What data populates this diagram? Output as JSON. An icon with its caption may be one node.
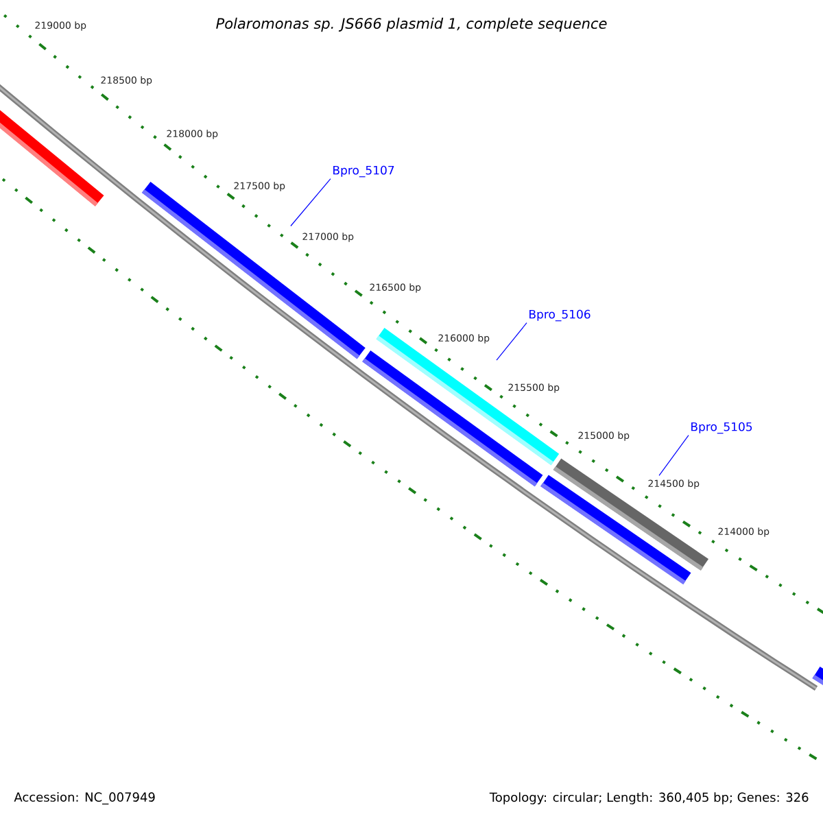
{
  "diagram": {
    "title": "Polaromonas sp. JS666 plasmid 1, complete sequence",
    "nodes": [
      {
        "text": [],
        "shape": "bar"
      },
      {
        "text": [],
        "shape": "bar"
      },
      {
        "text": [
          "Bpro_5107"
        ]
      },
      {
        "text": [],
        "shape": "bar"
      },
      {
        "text": [],
        "shape": "bar"
      },
      {
        "text": [
          "Bpro_5106"
        ]
      },
      {
        "text": [],
        "shape": "bar"
      },
      {
        "text": [],
        "shape": "bar"
      },
      {
        "text": [
          "Bpro_5105"
        ]
      },
      {
        "text": [],
        "shape": "bar"
      }
    ],
    "edges": [
      {
        "from": 2,
        "to": 1,
        "arrow": "none"
      },
      {
        "from": 5,
        "to": 3,
        "arrow": "none"
      },
      {
        "from": 8,
        "to": 6,
        "arrow": "none"
      }
    ],
    "labels": [
      "219000 bp",
      "218500 bp",
      "218000 bp",
      "217500 bp",
      "217000 bp",
      "216500 bp",
      "216000 bp",
      "215500 bp",
      "215000 bp",
      "214500 bp",
      "214000 bp",
      "Accession: NC_007949",
      "Topology: circular; Length: 360,405 bp; Genes: 326"
    ]
  }
}
